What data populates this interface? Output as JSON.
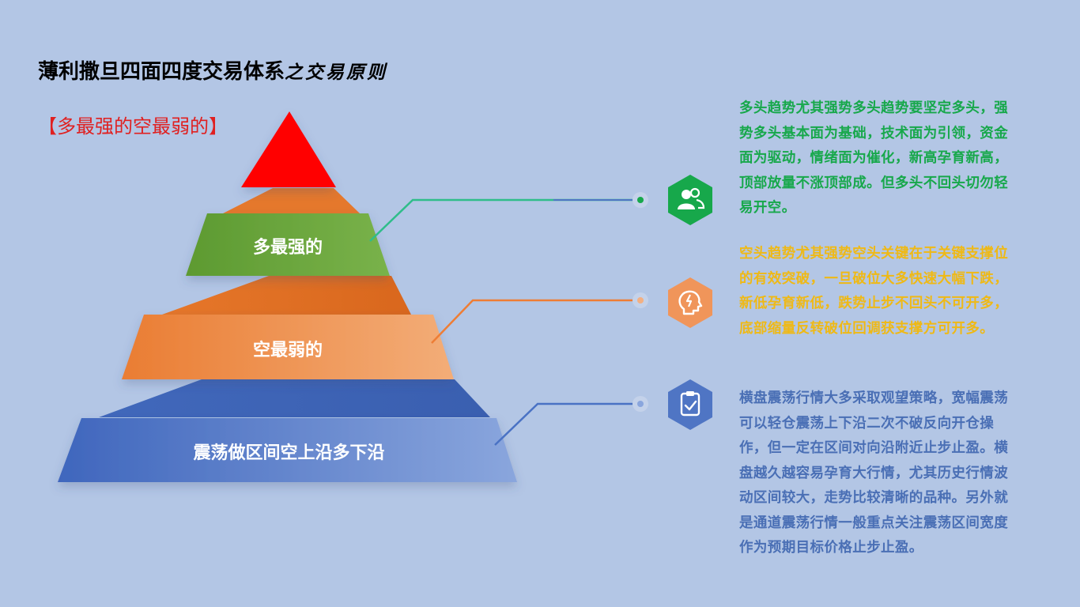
{
  "header": {
    "title_main": "薄利撒旦四面四度交易体系",
    "title_suffix": "之交易原则",
    "subtitle": "【多最强的空最弱的】"
  },
  "pyramid": {
    "layers": [
      {
        "label": "多最强的",
        "color": "#6aa63a"
      },
      {
        "label": "空最弱的",
        "color": "#ee8a45"
      },
      {
        "label": "震荡做区间空上沿多下沿",
        "color": "#4f75c4"
      }
    ],
    "peak_color": "#ff0000"
  },
  "items": [
    {
      "icon": "users-icon",
      "color": "#17a84b",
      "text": "多头趋势尤其强势多头趋势要坚定多头，强势多头基本面为基础，技术面为引领，资金面为驱动，情绪面为催化，新高孕育新高，顶部放量不涨顶部成。但多头不回头切勿轻易开空。"
    },
    {
      "icon": "idea-head-icon",
      "color": "#ee8a45",
      "text": "空头趋势尤其强势空头关键在于关键支撑位的有效突破，一旦破位大多快速大幅下跌，新低孕育新低，跌势止步不回头不可开多，底部缩量反转破位回调获支撑方可开多。"
    },
    {
      "icon": "clipboard-check-icon",
      "color": "#4f75c4",
      "text": "横盘震荡行情大多采取观望策略，宽幅震荡可以轻仓震荡上下沿二次不破反向开仓操作，但一定在区间对向沿附近止步止盈。横盘越久越容易孕育大行情，尤其历史行情波动区间较大，走势比较清晰的品种。另外就是通道震荡行情一般重点关注震荡区间宽度作为预期目标价格止步止盈。"
    }
  ]
}
